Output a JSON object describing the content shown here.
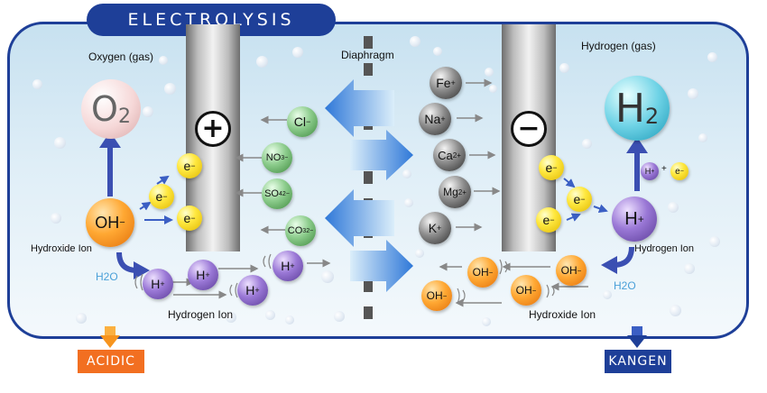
{
  "title": "ELECTROLYSIS",
  "labels": {
    "oxygen": "Oxygen (gas)",
    "hydrogen": "Hydrogen (gas)",
    "diaphragm": "Diaphragm",
    "hydroxide_ion_left": "Hydroxide Ion",
    "hydrogen_ion_left": "Hydrogen Ion",
    "hydrogen_ion_right": "Hydrogen Ion",
    "hydroxide_ion_right": "Hydroxide Ion",
    "h2o_left": "H2O",
    "h2o_right": "H2O"
  },
  "molecules": {
    "o2": "O",
    "o2_sub": "2",
    "h2": "H",
    "h2_sub": "2"
  },
  "electrodes": {
    "anode": "+",
    "cathode": "−"
  },
  "anions": [
    {
      "base": "Cl",
      "sup": "−"
    },
    {
      "base": "NO",
      "sub": "3",
      "sup": "−"
    },
    {
      "base": "SO",
      "sub": "4",
      "sup": "2−"
    },
    {
      "base": "CO",
      "sub": "3",
      "sup": "2−"
    }
  ],
  "cations": [
    {
      "base": "Fe",
      "sup": "+"
    },
    {
      "base": "Na",
      "sup": "+"
    },
    {
      "base": "Ca",
      "sup": "2+"
    },
    {
      "base": "Mg",
      "sup": "2+"
    },
    {
      "base": "K",
      "sup": "+"
    }
  ],
  "electron": {
    "base": "e",
    "sup": "−"
  },
  "hydroxide": {
    "base": "OH",
    "sup": "−"
  },
  "proton": {
    "base": "H",
    "sup": "+"
  },
  "equation": {
    "h": "H",
    "h_sup": "+",
    "plus": "+",
    "e": "e",
    "e_sup": "−"
  },
  "outputs": {
    "left": "ACIDIC",
    "right": "KANGEN"
  },
  "colors": {
    "frame": "#1e3f98",
    "acidic": "#f26f21",
    "kangen": "#1e3f98",
    "arrow_flow": "#3a7fd0",
    "h2o_text": "#4aa0d8"
  }
}
